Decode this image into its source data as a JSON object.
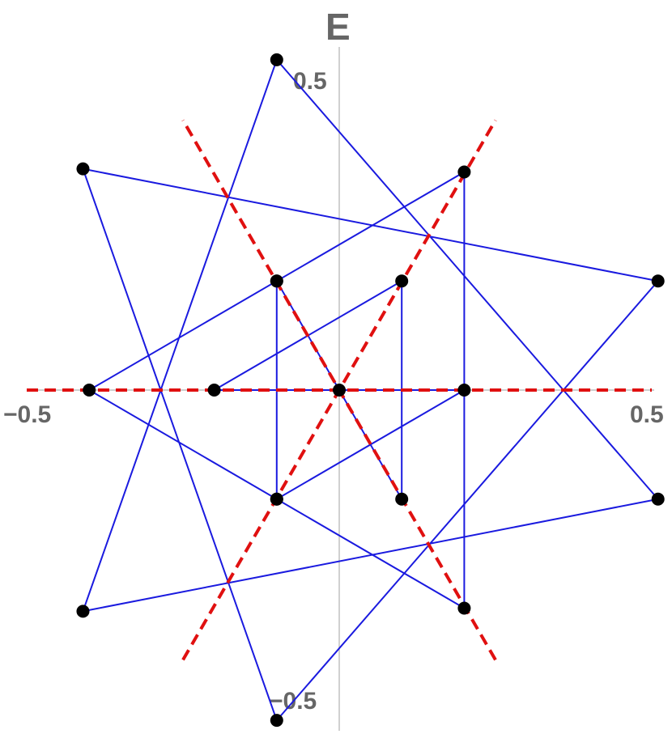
{
  "chart_data": {
    "type": "scatter",
    "title": "E",
    "xlabel": "",
    "ylabel": "",
    "x_ticks": [
      {
        "value": -0.5,
        "label": "−0.5"
      },
      {
        "value": 0.5,
        "label": "0.5"
      }
    ],
    "y_ticks": [
      {
        "value": 0.5,
        "label": "0.5"
      },
      {
        "value": -0.5,
        "label": "−0.5"
      }
    ],
    "xlim": [
      -0.5,
      0.5
    ],
    "ylim": [
      -0.53,
      0.53
    ],
    "grid": false,
    "colors": {
      "edges": "#1a1adf",
      "symmetry_lines": "#e01010",
      "points": "#000000",
      "axes": "#b0b0b0",
      "text": "#666666"
    },
    "points": [
      {
        "x": 0.0,
        "y": 0.0
      },
      {
        "x": -0.2,
        "y": 0.0
      },
      {
        "x": 0.2,
        "y": 0.0
      },
      {
        "x": -0.1,
        "y": 0.175
      },
      {
        "x": 0.1,
        "y": 0.175
      },
      {
        "x": -0.1,
        "y": -0.175
      },
      {
        "x": 0.1,
        "y": -0.175
      },
      {
        "x": -0.4,
        "y": 0.0
      },
      {
        "x": 0.2,
        "y": 0.35
      },
      {
        "x": -0.1,
        "y": 0.175
      },
      {
        "x": -0.1,
        "y": -0.175
      },
      {
        "x": 0.2,
        "y": -0.35
      },
      {
        "x": -0.1,
        "y": 0.53
      },
      {
        "x": -0.41,
        "y": 0.355
      },
      {
        "x": 0.51,
        "y": 0.175
      },
      {
        "x": 0.51,
        "y": -0.175
      },
      {
        "x": -0.41,
        "y": -0.355
      },
      {
        "x": -0.1,
        "y": -0.53
      }
    ],
    "edges": [
      [
        [
          -0.2,
          0.0
        ],
        [
          0.1,
          0.175
        ]
      ],
      [
        [
          0.1,
          0.175
        ],
        [
          0.1,
          -0.175
        ]
      ],
      [
        [
          0.1,
          -0.175
        ],
        [
          -0.1,
          0.175
        ]
      ],
      [
        [
          -0.1,
          0.175
        ],
        [
          -0.1,
          -0.175
        ]
      ],
      [
        [
          -0.1,
          -0.175
        ],
        [
          0.2,
          0.0
        ]
      ],
      [
        [
          0.2,
          0.0
        ],
        [
          -0.2,
          0.0
        ]
      ],
      [
        [
          -0.4,
          0.0
        ],
        [
          0.2,
          0.35
        ]
      ],
      [
        [
          0.2,
          0.35
        ],
        [
          0.2,
          -0.35
        ]
      ],
      [
        [
          0.2,
          -0.35
        ],
        [
          -0.4,
          0.0
        ]
      ],
      [
        [
          -0.1,
          0.53
        ],
        [
          0.51,
          -0.175
        ]
      ],
      [
        [
          0.51,
          -0.175
        ],
        [
          -0.41,
          -0.355
        ]
      ],
      [
        [
          -0.41,
          -0.355
        ],
        [
          -0.1,
          0.53
        ]
      ],
      [
        [
          -0.41,
          0.355
        ],
        [
          0.51,
          0.175
        ]
      ],
      [
        [
          0.51,
          0.175
        ],
        [
          -0.1,
          -0.53
        ]
      ],
      [
        [
          -0.1,
          -0.53
        ],
        [
          -0.41,
          0.355
        ]
      ]
    ],
    "symmetry_lines": [
      {
        "angle_deg": 0,
        "extent": 0.5
      },
      {
        "angle_deg": 60,
        "extent": 0.5
      },
      {
        "angle_deg": 120,
        "extent": 0.5
      }
    ]
  }
}
